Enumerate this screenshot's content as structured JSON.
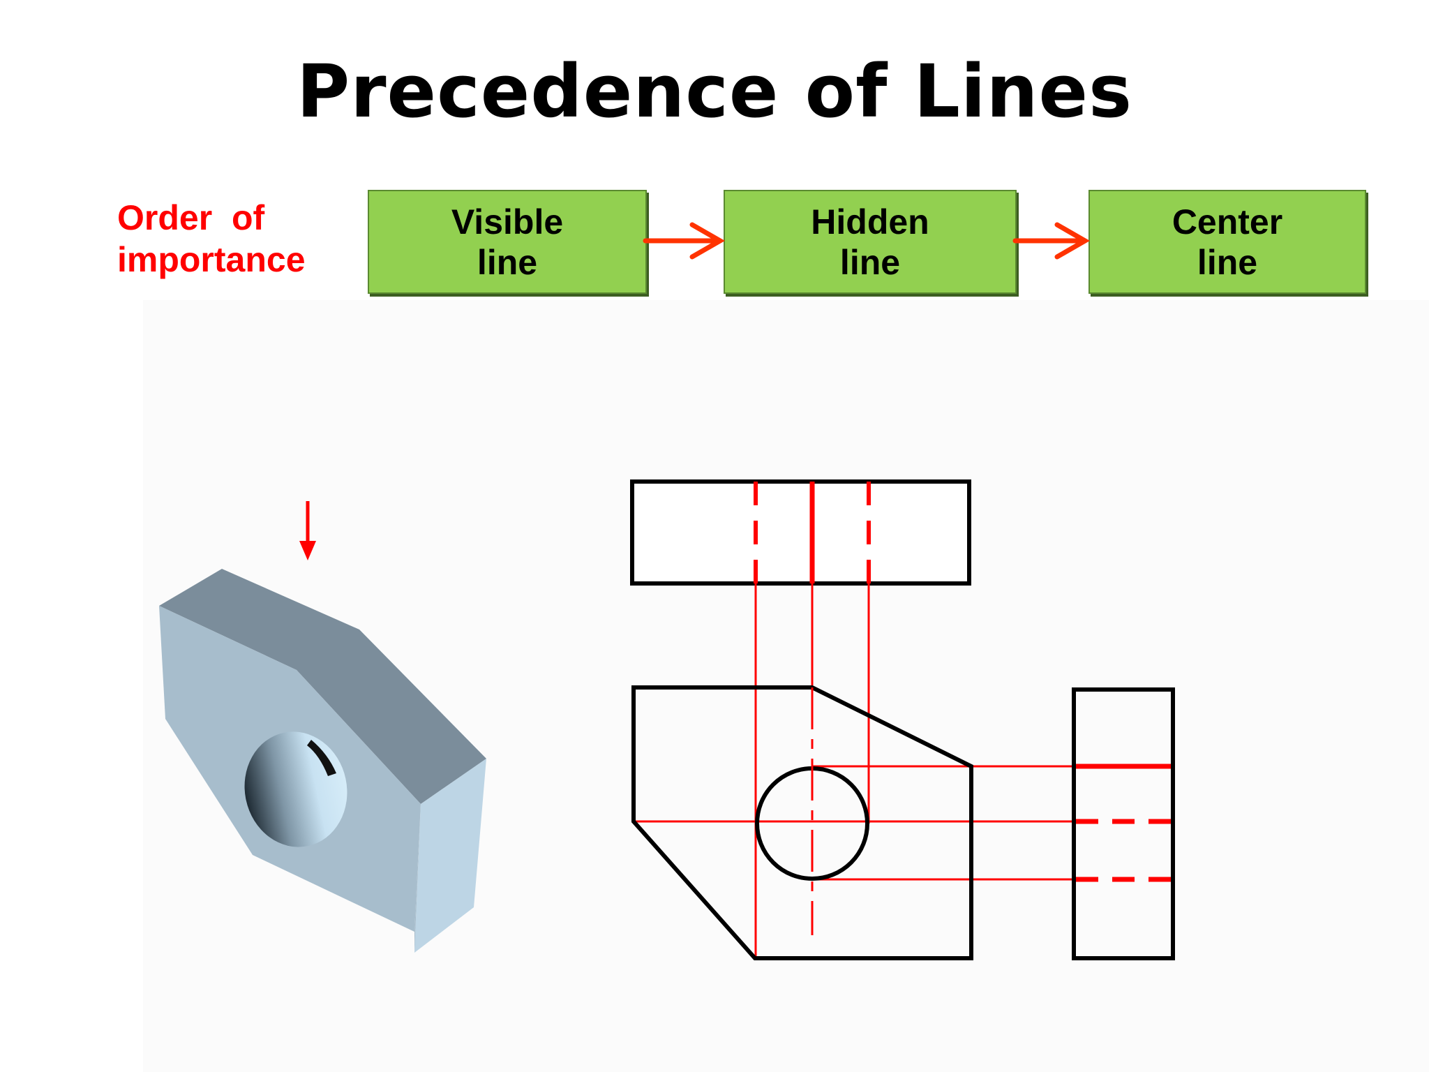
{
  "title": "Precedence of Lines",
  "order_label": "Order  of\nimportance",
  "boxes": [
    {
      "line1": "Visible",
      "line2": "line"
    },
    {
      "line1": "Hidden",
      "line2": "line"
    },
    {
      "line1": "Center",
      "line2": "line"
    }
  ],
  "colors": {
    "accent_red": "#ff0000",
    "box_green": "#92d050",
    "arrow_orange": "#ff3300",
    "block_blue": "#a5bccd"
  }
}
